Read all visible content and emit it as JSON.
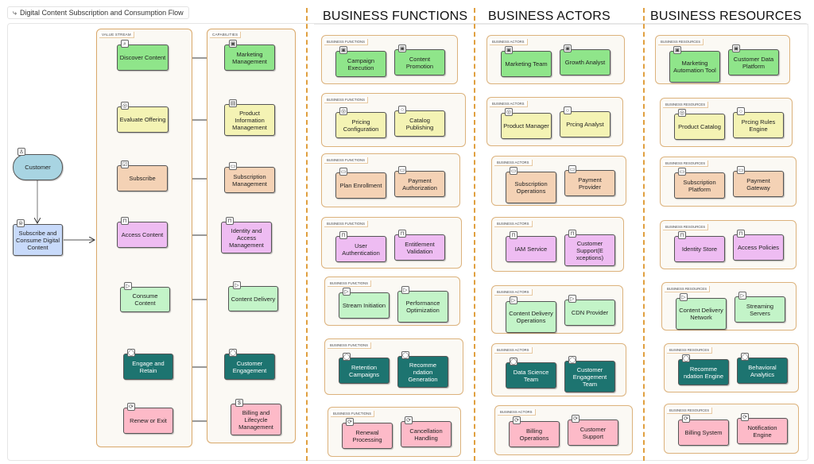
{
  "window": {
    "title": "Digital Content Subscription and Consumption Flow",
    "title_icon": "flow-icon"
  },
  "colors": {
    "green": "#8fe58a",
    "yellow": "#f4f3b4",
    "orange": "#f4d2b5",
    "purple": "#eebcf2",
    "lightgreen": "#c3f4c8",
    "teal": "#1d7470",
    "pink": "#fdbac8",
    "customer": "#a8d4e2",
    "process": "#c8dafa",
    "lane_border": "#d9a86a",
    "divider": "#e0a040"
  },
  "left": {
    "customer": {
      "label": "Customer",
      "icon": "actor-icon"
    },
    "process": {
      "label": "Subscribe and Consume Digital Content",
      "icon": "process-icon"
    },
    "value_stream": {
      "tag": "VALUE STREAM",
      "stages": [
        {
          "label": "Discover Content",
          "icon": "search-icon",
          "color": "green"
        },
        {
          "label": "Evaluate Offering",
          "icon": "evaluate-icon",
          "color": "yellow"
        },
        {
          "label": "Subscribe",
          "icon": "checkbox-icon",
          "color": "orange"
        },
        {
          "label": "Access Content",
          "icon": "lock-icon",
          "color": "purple"
        },
        {
          "label": "Consume Content",
          "icon": "play-icon",
          "color": "lightgreen"
        },
        {
          "label": "Engage and Retain",
          "icon": "chat-icon",
          "color": "teal"
        },
        {
          "label": "Renew or Exit",
          "icon": "cycle-icon",
          "color": "pink"
        }
      ]
    },
    "capabilities": {
      "tag": "CAPABILITIES",
      "items": [
        {
          "label": "Marketing Management",
          "icon": "bag-icon",
          "color": "green"
        },
        {
          "label": "Product Information Management",
          "icon": "document-icon",
          "color": "yellow"
        },
        {
          "label": "Subscription Management",
          "icon": "card-icon",
          "color": "orange"
        },
        {
          "label": "Identity and Access Management",
          "icon": "lock-icon",
          "color": "purple"
        },
        {
          "label": "Content Delivery",
          "icon": "play-icon",
          "color": "lightgreen"
        },
        {
          "label": "Customer Engagement",
          "icon": "chat-icon",
          "color": "teal"
        },
        {
          "label": "Billing and Lifecycle Management",
          "icon": "dollar-icon",
          "color": "pink"
        }
      ]
    }
  },
  "sections": [
    {
      "title": "BUSINESS FUNCTIONS",
      "tag": "BUSINESS FUNCTIONS",
      "groups": [
        {
          "color": "green",
          "items": [
            {
              "label": "Campaign Execution",
              "icon": "bag-icon"
            },
            {
              "label": "Content Promotion",
              "icon": "bag-icon"
            }
          ]
        },
        {
          "color": "yellow",
          "items": [
            {
              "label": "Pricing Configuration",
              "icon": "evaluate-icon"
            },
            {
              "label": "Catalog Publishing",
              "icon": "circle-icon"
            }
          ]
        },
        {
          "color": "orange",
          "items": [
            {
              "label": "Plan Enrollment",
              "icon": "card-icon"
            },
            {
              "label": "Payment Authorization",
              "icon": "card-icon"
            }
          ]
        },
        {
          "color": "purple",
          "items": [
            {
              "label": "User Authentication",
              "icon": "lock-icon"
            },
            {
              "label": "Entitlement Validation",
              "icon": "lock-icon"
            }
          ]
        },
        {
          "color": "lightgreen",
          "items": [
            {
              "label": "Stream Initiation",
              "icon": "play-icon"
            },
            {
              "label": "Performance Optimization",
              "icon": "play-icon"
            }
          ]
        },
        {
          "color": "teal",
          "items": [
            {
              "label": "Retention Campaigns",
              "icon": "chat-icon"
            },
            {
              "label": "Recomme ndation Generation",
              "icon": "chat-icon"
            }
          ]
        },
        {
          "color": "pink",
          "items": [
            {
              "label": "Renewal Processing",
              "icon": "cycle-icon"
            },
            {
              "label": "Cancellation Handling",
              "icon": "cycle-icon"
            }
          ]
        }
      ]
    },
    {
      "title": "BUSINESS ACTORS",
      "tag": "BUSINESS ACTORS",
      "groups": [
        {
          "color": "green",
          "items": [
            {
              "label": "Marketing Team",
              "icon": "bag-icon"
            },
            {
              "label": "Growth Analyst",
              "icon": "bag-icon"
            }
          ]
        },
        {
          "color": "yellow",
          "items": [
            {
              "label": "Product Manager",
              "icon": "evaluate-icon"
            },
            {
              "label": "Prcing Analyst",
              "icon": "circle-icon"
            }
          ]
        },
        {
          "color": "orange",
          "items": [
            {
              "label": "Subscription Operations",
              "icon": "card-icon"
            },
            {
              "label": "Payment Provider",
              "icon": "card-icon"
            }
          ]
        },
        {
          "color": "purple",
          "items": [
            {
              "label": "IAM Service",
              "icon": "lock-icon"
            },
            {
              "label": "Customer Support(E xceptions)",
              "icon": "lock-icon"
            }
          ]
        },
        {
          "color": "lightgreen",
          "items": [
            {
              "label": "Content Delivery Operations",
              "icon": "play-icon"
            },
            {
              "label": "CDN Provider",
              "icon": "play-icon"
            }
          ]
        },
        {
          "color": "teal",
          "items": [
            {
              "label": "Data Science Team",
              "icon": "chat-icon"
            },
            {
              "label": "Customer Engagement Team",
              "icon": "chat-icon"
            }
          ]
        },
        {
          "color": "pink",
          "items": [
            {
              "label": "Billing Operations",
              "icon": "cycle-icon"
            },
            {
              "label": "Customer Support",
              "icon": "cycle-icon"
            }
          ]
        }
      ]
    },
    {
      "title": "BUSINESS RESOURCES",
      "tag": "BUSINESS RESOURCES",
      "groups": [
        {
          "color": "green",
          "items": [
            {
              "label": "Marketing Automation Tool",
              "icon": "bag-icon"
            },
            {
              "label": "Customer Data Platform",
              "icon": "bag-icon"
            }
          ]
        },
        {
          "color": "yellow",
          "items": [
            {
              "label": "Product Catalog",
              "icon": "evaluate-icon"
            },
            {
              "label": "Prcing Rules Engine",
              "icon": "circle-icon"
            }
          ]
        },
        {
          "color": "orange",
          "items": [
            {
              "label": "Subscription Platform",
              "icon": "card-icon"
            },
            {
              "label": "Payment Gateway",
              "icon": "card-icon"
            }
          ]
        },
        {
          "color": "purple",
          "items": [
            {
              "label": "Identity Store",
              "icon": "lock-icon"
            },
            {
              "label": "Access Policies",
              "icon": "lock-icon"
            }
          ]
        },
        {
          "color": "lightgreen",
          "items": [
            {
              "label": "Content Delivery Network",
              "icon": "play-icon"
            },
            {
              "label": "Streaming Servers",
              "icon": "play-icon"
            }
          ]
        },
        {
          "color": "teal",
          "items": [
            {
              "label": "Recomme ndation Engine",
              "icon": "chat-icon"
            },
            {
              "label": "Behavioral Analytics",
              "icon": "chat-icon"
            }
          ]
        },
        {
          "color": "pink",
          "items": [
            {
              "label": "Billing System",
              "icon": "cycle-icon"
            },
            {
              "label": "Notification Engine",
              "icon": "cycle-icon"
            }
          ]
        }
      ]
    }
  ]
}
